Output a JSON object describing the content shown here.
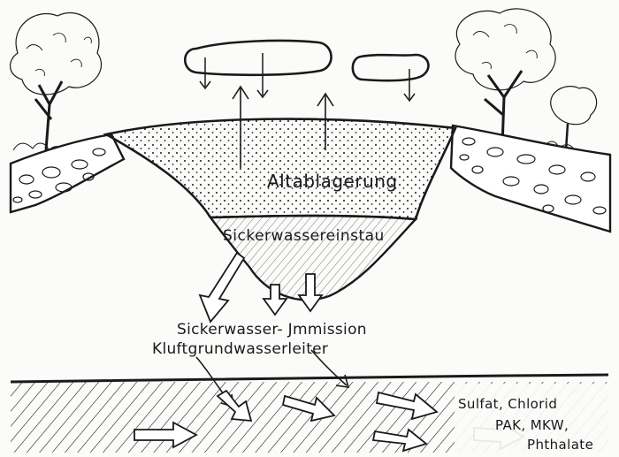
{
  "labels": {
    "deposit": "Altablagerung",
    "leachate_pond": "Sickerwassereinstau",
    "immission": "Sickerwasser- Jmmission",
    "aquifer": "Kluftgrundwasserleiter",
    "substances_line1": "Sulfat, Chlorid",
    "substances_line2": "PAK, MKW,",
    "substances_line3": "Phthalate"
  },
  "colors": {
    "ink": "#1a1a1a",
    "paper": "#fbfbfa"
  },
  "icons": [
    "cloud-icon",
    "tree-icon",
    "arrow-icon"
  ]
}
